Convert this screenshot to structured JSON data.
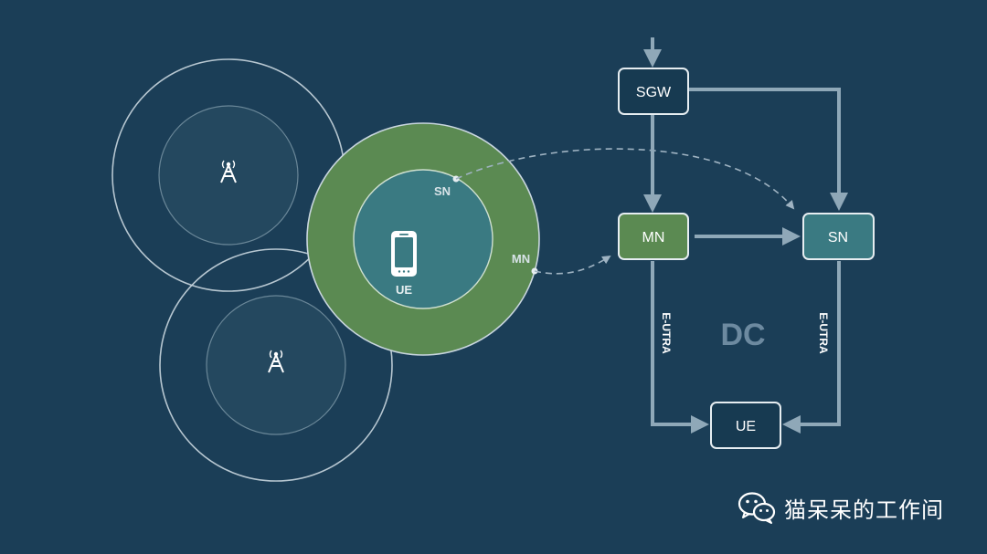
{
  "cell_diagram": {
    "ue_label": "UE",
    "sn_label": "SN",
    "mn_label": "MN"
  },
  "network": {
    "sgw": "SGW",
    "mn": "MN",
    "sn": "SN",
    "ue": "UE",
    "dc_label": "DC",
    "link_left": "E-UTRA",
    "link_right": "E-UTRA"
  },
  "colors": {
    "background": "#1b3e57",
    "green": "#5b8a52",
    "teal": "#3a7a82",
    "dark_box": "#173a51",
    "line": "#8fa8b8"
  },
  "watermark": {
    "text": "猫呆呆的工作间",
    "icon": "wechat-icon"
  }
}
